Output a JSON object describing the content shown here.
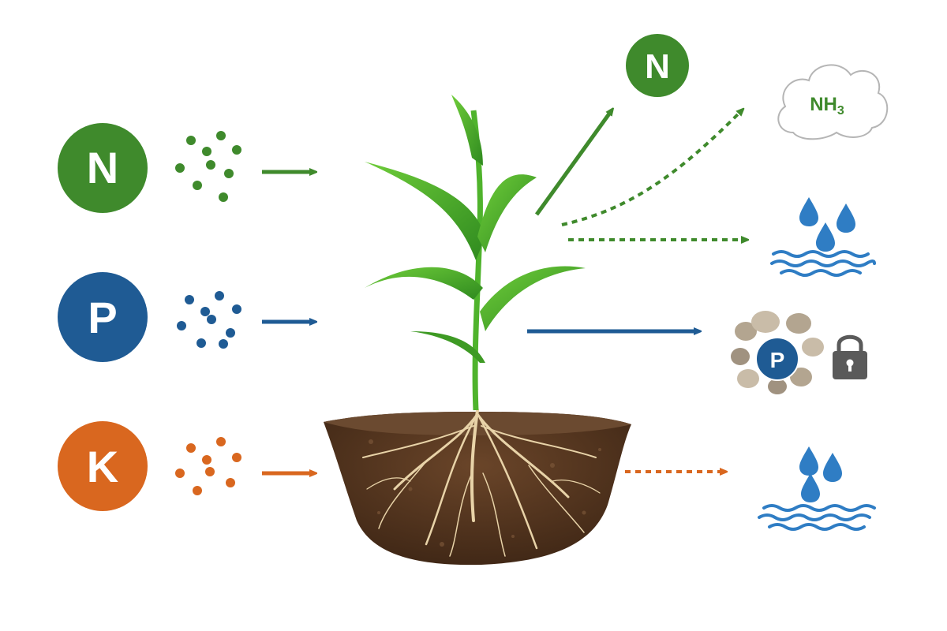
{
  "nutrients": [
    {
      "symbol": "N",
      "color": "#3f8a2c"
    },
    {
      "symbol": "P",
      "color": "#1f5b94"
    },
    {
      "symbol": "K",
      "color": "#d9671f"
    }
  ],
  "outputs": {
    "uptake_symbol": "N",
    "volatilization_gas": "NH",
    "volatilization_gas_subscript": "3",
    "fixed_symbol": "P"
  },
  "colors": {
    "nitrogen": "#3f8a2c",
    "phosphorus": "#1f5b94",
    "potassium": "#d9671f",
    "leaf": "#4fb32c",
    "leaf_dark": "#2f8a1f",
    "soil": "#5a3a22",
    "soil_dark": "#3f2716",
    "root": "#e8d3a8",
    "water": "#2f7dc4",
    "cloud_stroke": "#b5b5b5",
    "rock": "#b3a590",
    "lock": "#5a5a5a"
  },
  "icons": {
    "volatilization": "cloud-icon",
    "leaching": "water-drops-icon",
    "fixation": "soil-particles-icon",
    "locked": "padlock-icon"
  }
}
